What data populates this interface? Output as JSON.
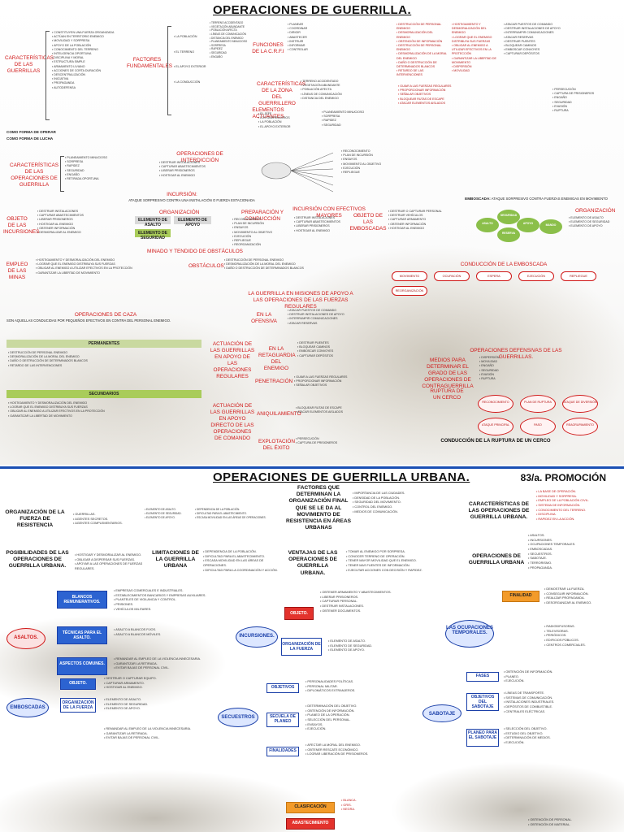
{
  "top": {
    "title": "OPERACIONES DE GUERRILLA.",
    "caracteristicas_label": "CARACTERÍSTICAS DE LAS GUERRILLAS",
    "factores_label": "FACTORES FUNDAMENTALES",
    "funciones_label": "FUNCIONES DE LA C.R.F.I",
    "zona_label": "CARACTERÍSTICAS DE LA ZONA DEL GUERRILLERO",
    "elementos_label": "ELEMENTOS ACTUANTES",
    "forma_operar_1": "COMO FORMA DE OPERAR",
    "forma_operar_2": "COMO FORMA DE LUCHA",
    "caract_ops_label": "CARACTERÍSTICAS DE LAS OPERACIONES DE GUERRILLA",
    "intervencion_label": "OPERACIONES DE INTERDICCIÓN",
    "incursion_label": "INCURSIÓN:",
    "incursion_desc": "ATAQUE SORPRESIVO CONTRA UNA INSTALACIÓN O FUERZA ESTACIONADA",
    "objeto_incursiones": "OBJETO DE LAS INCURSIONES",
    "preparacion_label": "PREPARACIÓN Y CONDUCCIÓN",
    "incursion_efectivos": "INCURSIÓN CON EFECTIVOS MAYORES",
    "organizacion_label": "ORGANIZACIÓN",
    "org_boxes": [
      "ELEMENTO DE ASALTO",
      "ELEMENTO DE SEGURIDAD",
      "ELEMENTO DE APOYO"
    ],
    "minado_label": "MINADO Y TENDIDO DE OBSTÁCULOS",
    "empleo_minas": "EMPLEO DE LAS MINAS",
    "obstaculos": "OBSTÁCULOS",
    "objeto_emboscadas": "OBJETO DE LAS EMBOSCADAS",
    "organizacion_right": "ORGANIZACIÓN",
    "emboscada_label": "EMBOSCADA:",
    "emboscada_desc": "ATAQUE SORPRESIVO CONTRA FUERZAS ENEMIGAS EN MOVIMIENTO",
    "conduccion_emboscada": "CONDUCCIÓN DE LA EMBOSCADA",
    "guerrilla_apoyo": "LA GUERRILLA EN MISIONES DE APOYO A LAS OPERACIONES DE LAS FUERZAS REGULARES",
    "ops_caza_label": "OPERACIONES DE CAZA",
    "ops_caza_desc": "SON AQUELLAS CONDUCIDAS POR PEQUEÑOS EFECTIVOS EN CONTRA DEL PERSONAL ENEMIGO.",
    "permanentes_label": "PERMANENTES",
    "secundarios_label": "SECUNDARIOS",
    "actuacion_1": "ACTUACIÓN DE LAS GUERRILLAS EN APOYO DE LAS OPERACIONES REGULARES",
    "actuacion_2": "ACTUACIÓN DE LAS GUERRILLAS EN APOYO DIRECTO DE LAS OPERACIONES DE COMANDO",
    "ofensiva": "EN LA OFENSIVA",
    "retaguardia": "EN LA RETAGUARDIA DEL ENEMIGO",
    "penetracion": "PENETRACIÓN",
    "aniquilamiento": "ANIQUILAMIENTO",
    "explotacion": "EXPLOTACIÓN DEL ÉXITO",
    "ops_defensivas": "OPERACIONES DEFENSIVAS DE LAS GUERRILLAS.",
    "conduccion_cerco": "CONDUCCIÓN DE LA RUPTURA DE UN CERCO",
    "medios_label": "MEDIOS PARA DETERMINAR EL GRADO DE LAS OPERACIONES DE CONTRAGUERRILLA",
    "ruptura_label": "RUPTURA DE UN CERCO",
    "list_caracteristicas": [
      "CONSTITUYEN UNA FUERZA ORGANIZADA",
      "ACTÚAN EN TERRITORIO ENEMIGO",
      "MOVILIDAD Y SORPRESA",
      "APOYO DE LA POBLACIÓN",
      "CONOCIMIENTO DEL TERRENO",
      "INTELIGENCIA OPORTUNA",
      "DISCIPLINA Y MORAL",
      "ESTRUCTURA SIMPLE",
      "ARMAMENTO LIVIANO",
      "ACCIONES DE CORTA DURACIÓN",
      "DESCENTRALIZACIÓN",
      "INICIATIVA",
      "PROPAGANDA",
      "AUTODEFENSA"
    ],
    "list_factores": [
      "LA POBLACIÓN",
      "EL TERRENO",
      "EL APOYO EXTERIOR",
      "LA CONDUCCIÓN"
    ],
    "list_funciones": [
      "PLANEAR",
      "COORDINAR",
      "DIRIGIR",
      "ABASTECER",
      "INSTRUIR",
      "INFORMAR",
      "CONTROLAR"
    ],
    "list_zona": [
      "TERRENO ACCIDENTADO",
      "VEGETACIÓN ABUNDANTE",
      "POBLACIÓN AFECTA",
      "LÍNEAS DE COMUNICACIÓN",
      "DISTANCIA DEL ENEMIGO"
    ],
    "list_elementos": [
      "EL JEFE",
      "LOS GUERRILLEROS",
      "LA POBLACIÓN",
      "EL APOYO EXTERIOR"
    ],
    "list_caract_ops": [
      "PLANEAMIENTO MINUCIOSO",
      "SORPRESA",
      "RAPIDEZ",
      "SEGURIDAD",
      "ENGAÑO",
      "RETIRADA OPORTUNA"
    ],
    "list_objeto_inc": [
      "DESTRUIR INSTALACIONES",
      "CAPTURAR ABASTECIMIENTOS",
      "LIBERAR PRISIONEROS",
      "HOSTIGAR AL ENEMIGO",
      "OBTENER INFORMACIÓN",
      "DESMORALIZAR AL ENEMIGO"
    ],
    "list_preparacion": [
      "RECONOCIMIENTO",
      "PLAN DE INCURSIÓN",
      "ENSAYOS",
      "MOVIMIENTO AL OBJETIVO",
      "EJECUCIÓN",
      "REPLIEGUE",
      "REORGANIZACIÓN"
    ],
    "list_caza": [
      "DESTRUCCIÓN DE PERSONAL ENEMIGO",
      "DESMORALIZACIÓN DEL ENEMIGO",
      "OBTENCIÓN DE INFORMACIÓN"
    ],
    "list_permanentes": [
      "DESTRUCCIÓN DE PERSONAL ENEMIGO",
      "DESMORALIZACIÓN DE LA MORAL DEL ENEMIGO",
      "DAÑO O DESTRUCCIÓN DE DETERMINADOS BLANCOS",
      "RETARDO DE LAS INTERVENCIONES"
    ],
    "list_secundarios": [
      "HOSTIGAMIENTO Y DESMORALIZACIÓN DEL ENEMIGO",
      "LOGRAR QUE EL ENEMIGO DISTRIBUYA SUS FUERZAS",
      "OBLIGAR AL ENEMIGO A UTILIZAR EFECTIVOS EN LA PROTECCIÓN",
      "GARANTIZAR LA LIBERTAD DE MOVIMIENTO"
    ],
    "list_emboscada_obj": [
      "DESTRUIR O CAPTURAR PERSONAL",
      "DESTRUIR VEHÍCULOS",
      "CAPTURAR ARMAMENTO",
      "OBTENER INFORMACIÓN",
      "HOSTIGAR AL ENEMIGO"
    ],
    "list_defensivas": [
      "DISPERSIÓN",
      "MOVILIDAD",
      "ENGAÑO",
      "SEGURIDAD",
      "EVASIÓN",
      "RUPTURA"
    ],
    "list_actuacion_ofensiva": [
      "ATACAR PUESTOS DE COMANDO",
      "DESTRUIR INSTALACIONES DE APOYO",
      "INTERRUMPIR COMUNICACIONES",
      "ATACAR RESERVAS"
    ],
    "list_actuacion_retaguardia": [
      "DESTRUIR PUENTES",
      "BLOQUEAR CAMINOS",
      "EMBOSCAR CONVOYES",
      "CAPTURAR DEPÓSITOS"
    ],
    "list_penetracion": [
      "GUIAR A LAS FUERZAS REGULARES",
      "PROPORCIONAR INFORMACIÓN",
      "SEÑALAR OBJETIVOS"
    ],
    "list_aniquilamiento": [
      "BLOQUEAR RUTAS DE ESCAPE",
      "ATACAR ELEMENTOS AISLADOS"
    ],
    "list_explotacion": [
      "PERSECUCIÓN",
      "CAPTURA DE PRISIONEROS"
    ],
    "emboscada_flow": [
      "MOVIMIENTO",
      "OCUPACIÓN",
      "ESPERA",
      "EJECUCIÓN",
      "REPLIEGUE",
      "REORGANIZACIÓN"
    ],
    "cerco_flow": [
      "RECONOCIMIENTO",
      "PLAN DE RUPTURA",
      "ATAQUE DE DIVERSIÓN",
      "ATAQUE PRINCIPAL",
      "PASO",
      "REAGRUPAMIENTO"
    ],
    "green_ellipses": [
      "ASALTO",
      "SEGURIDAD",
      "APOYO",
      "RESERVA",
      "MANDO"
    ]
  },
  "bottom": {
    "title": "OPERACIONES DE GUERRILLA URBANA.",
    "promo": "83/a. PROMOCIÓN",
    "org_fuerza": "ORGANIZACIÓN DE LA FUERZA DE RESISTENCIA",
    "factores": "FACTORES QUE DETERMINAN LA ORGANIZACIÓN FINAL QUE SE LE DA AL MOVIMIENTO DE RESISTENCIA EN ÁREAS URBANAS",
    "caract_urbana": "CARACTERÍSTICAS DE LAS OPERACIONES DE GUERRILLA URBANA.",
    "posibilidades": "POSIBILIDADES DE LAS OPERACIONES DE GUERRILLA URBANA.",
    "limitaciones": "LIMITACIONES DE LA GUERRILLA URBANA",
    "ventajas": "VENTAJAS DE LAS OPERACIONES DE GUERRILLA URBANA.",
    "ops_urbana": "OPERACIONES DE GUERRILLA URBANA",
    "blancos": "BLANCOS REMUNERATIVOS.",
    "tecnicas": "TÉCNICAS PARA EL ASALTO.",
    "aspectos": "ASPECTOS COMUNES.",
    "asaltos": "ASALTOS.",
    "incursiones": "INCURSIONES.",
    "objeto": "OBJETO.",
    "org_fuerza_2": "ORGANIZACIÓN DE LA FUERZA",
    "ocupaciones": "LAS OCUPACIONES TEMPORALES.",
    "finalidad": "FINALIDAD",
    "emboscadas": "EMBOSCADAS",
    "secuestros": "SECUESTROS",
    "objetivos": "OBJETIVOS",
    "secuela": "SECUELA DE PLANEO",
    "finalidades": "FINALIDADES",
    "sabotaje": "SABOTAJE",
    "fases": "FASES",
    "objetivos_sabotaje": "OBJETIVOS DEL SABOTAJE",
    "planeo_sabotaje": "PLANEO PARA EL SABOTAJE",
    "clasificacion": "CLASIFICACIÓN",
    "abastecimiento": "ABASTECIMIENTO",
    "list_org": [
      "GUERRILLAS.",
      "AGENTES SECRETOS.",
      "AGENTES COMPLEMENTARIOS."
    ],
    "list_factores": [
      "IMPORTANCIA DE LAS CIUDADES.",
      "DENSIDAD DE LA POBLACIÓN.",
      "SEGURIDAD DEL MOVIMIENTO.",
      "CONTROL DEL ENEMIGO.",
      "MEDIOS DE COMUNICACIÓN."
    ],
    "list_caract": [
      "LA BASE DE OPERACIÓN.",
      "MOVILIDAD Y SORPRESA.",
      "EMPLEO DE LA POBLACIÓN CIVIL.",
      "SISTEMA DE INFORMACIÓN.",
      "CONOCIMIENTO DEL TERRENO.",
      "DISCIPLINA.",
      "RAPIDEZ EN LA ACCIÓN."
    ],
    "list_posibilidades": [
      "HOSTIGAR Y DESMORALIZAR AL ENEMIGO.",
      "OBLIGAR A DISPERSAR SUS FUERZAS.",
      "APOYAR A LAS OPERACIONES DE FUERZAS REGULARES."
    ],
    "list_limitaciones": [
      "DEPENDENCIA DE LA POBLACIÓN.",
      "DIFICULTAD PARA EL ABASTECIMIENTO.",
      "ESCASA MOVILIDAD EN LAS ÁREAS DE OPERACIONES.",
      "DIFICULTAD PARA LA COORDINACIÓN Y ACCIÓN."
    ],
    "list_ventajas": [
      "TOMAR AL ENEMIGO POR SORPRESA.",
      "CONOCER TERRENO DE OPERACIÓN.",
      "TENER MAYOR MOVILIDAD QUE EL ENEMIGO.",
      "TENER MAS FUENTES DE INFORMACIÓN.",
      "EJECUTAR ACCIONES CON DECISIÓN Y RAPIDEZ."
    ],
    "list_ops": [
      "ASALTOS.",
      "INCURSIONES.",
      "OCUPACIONES TEMPORALES.",
      "EMBOSCADAS.",
      "SECUESTROS.",
      "SABOTAJE.",
      "TERRORISMO.",
      "PROPAGANDA."
    ],
    "list_blancos": [
      "EMPRESAS COMERCIALES E INDUSTRIALES.",
      "ESTABLECIMIENTOS BANCARIOS Y EMPRESAS AUXILIARES.",
      "PLANTELES DE VIGILANCIA Y CONTROL.",
      "PRISIONES.",
      "VEHÍCULOS MILITARES."
    ],
    "list_tecnicas": [
      "ASALTO A BLANCOS FIJOS.",
      "ASALTO A BLANCOS MÓVILES."
    ],
    "list_aspectos": [
      "REMANDAR AL EMPLEO DE LA VIOLENCIA INNECESARIA.",
      "GARANTIZAR LA RETIRADA.",
      "EVITAR BAJAS DE PERSONAL CIVIL."
    ],
    "list_incursion_obj": [
      "OBTENER ARMAMENTO Y ABASTECIMIENTOS.",
      "LIBERAR PRISIONEROS.",
      "CAPTURAR PERSONAL.",
      "DESTRUIR INSTALACIONES.",
      "OBTENER DOCUMENTOS."
    ],
    "list_finalidad": [
      "DEMOSTRAR LA FUERZA.",
      "CONSEGUIR INFORMACIÓN.",
      "REALIZAR PROPAGANDA.",
      "DESORGANIZAR AL ENEMIGO."
    ],
    "list_ocupaciones": [
      "RADIODIFUSORAS.",
      "TELEVISORAS.",
      "PERIÓDICOS.",
      "EDIFICIOS PÚBLICOS.",
      "CENTROS COMERCIALES."
    ],
    "list_emboscada_obj": [
      "DESTRUIR O CAPTURAR EQUIPO.",
      "CAPTURAR ARMAMENTO.",
      "HOSTIGAR AL ENEMIGO."
    ],
    "list_emboscada_org": [
      "ELEMENTO DE ASALTO.",
      "ELEMENTO DE SEGURIDAD.",
      "ELEMENTO DE APOYO."
    ],
    "list_secuestros_obj": [
      "PERSONALIDADES POLÍTICAS.",
      "PERSONAL MILITAR.",
      "DIPLOMÁTICOS EXTRANJEROS."
    ],
    "list_secuela": [
      "DETERMINACIÓN DEL OBJETIVO.",
      "OBTENCIÓN DE INFORMACIÓN.",
      "PLANEO DE LA OPERACIÓN.",
      "SELECCIÓN DEL PERSONAL.",
      "ENSAYOS.",
      "EJECUCIÓN."
    ],
    "list_finalidades": [
      "AFECTAR LA MORAL DEL ENEMIGO.",
      "OBTENER RESCATE ECONÓMICO.",
      "LOGRAR LIBERACIÓN DE PRISIONEROS."
    ],
    "list_fases": [
      "OBTENCIÓN DE INFORMACIÓN.",
      "PLANEO.",
      "EJECUCIÓN."
    ],
    "list_sabotaje_obj": [
      "LÍNEAS DE TRANSPORTE.",
      "SISTEMAS DE COMUNICACIÓN.",
      "INSTALACIONES INDUSTRIALES.",
      "DEPÓSITOS DE COMBUSTIBLE.",
      "CENTRALES ELÉCTRICAS."
    ],
    "list_planeo": [
      "SELECCIÓN DEL OBJETIVO.",
      "ESTUDIO DEL OBJETIVO.",
      "DETERMINACIÓN DE MEDIOS.",
      "EJECUCIÓN."
    ],
    "list_clasificacion": [
      "BLANCA.",
      "GRIS.",
      "NEGRA."
    ],
    "list_abastecimiento": [
      "OBTENCIÓN DE PERSONAL.",
      "OBTENCIÓN DE MATERIAL."
    ]
  }
}
